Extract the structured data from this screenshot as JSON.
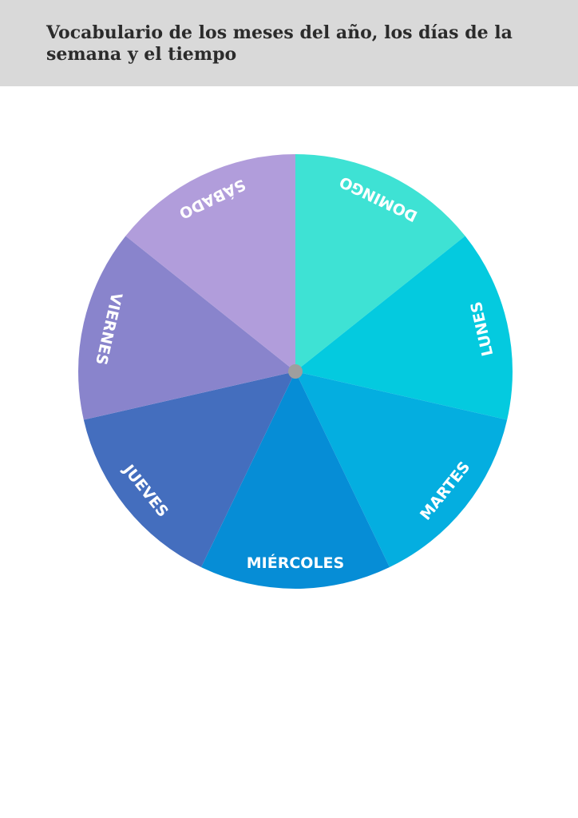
{
  "header": {
    "title": "Vocabulario de los meses del año, los días de la semana y el tiempo"
  },
  "wheel": {
    "segments": [
      {
        "label": "DOMINGO",
        "color": "#3ee2d4"
      },
      {
        "label": "LUNES",
        "color": "#04cadf"
      },
      {
        "label": "MARTES",
        "color": "#04aee0"
      },
      {
        "label": "MIÉRCOLES",
        "color": "#068dd6"
      },
      {
        "label": "JUEVES",
        "color": "#446ebe"
      },
      {
        "label": "VIERNES",
        "color": "#8984cc"
      },
      {
        "label": "SÁBADO",
        "color": "#b19ddb"
      }
    ],
    "hub_color": "#9e9e9e"
  }
}
